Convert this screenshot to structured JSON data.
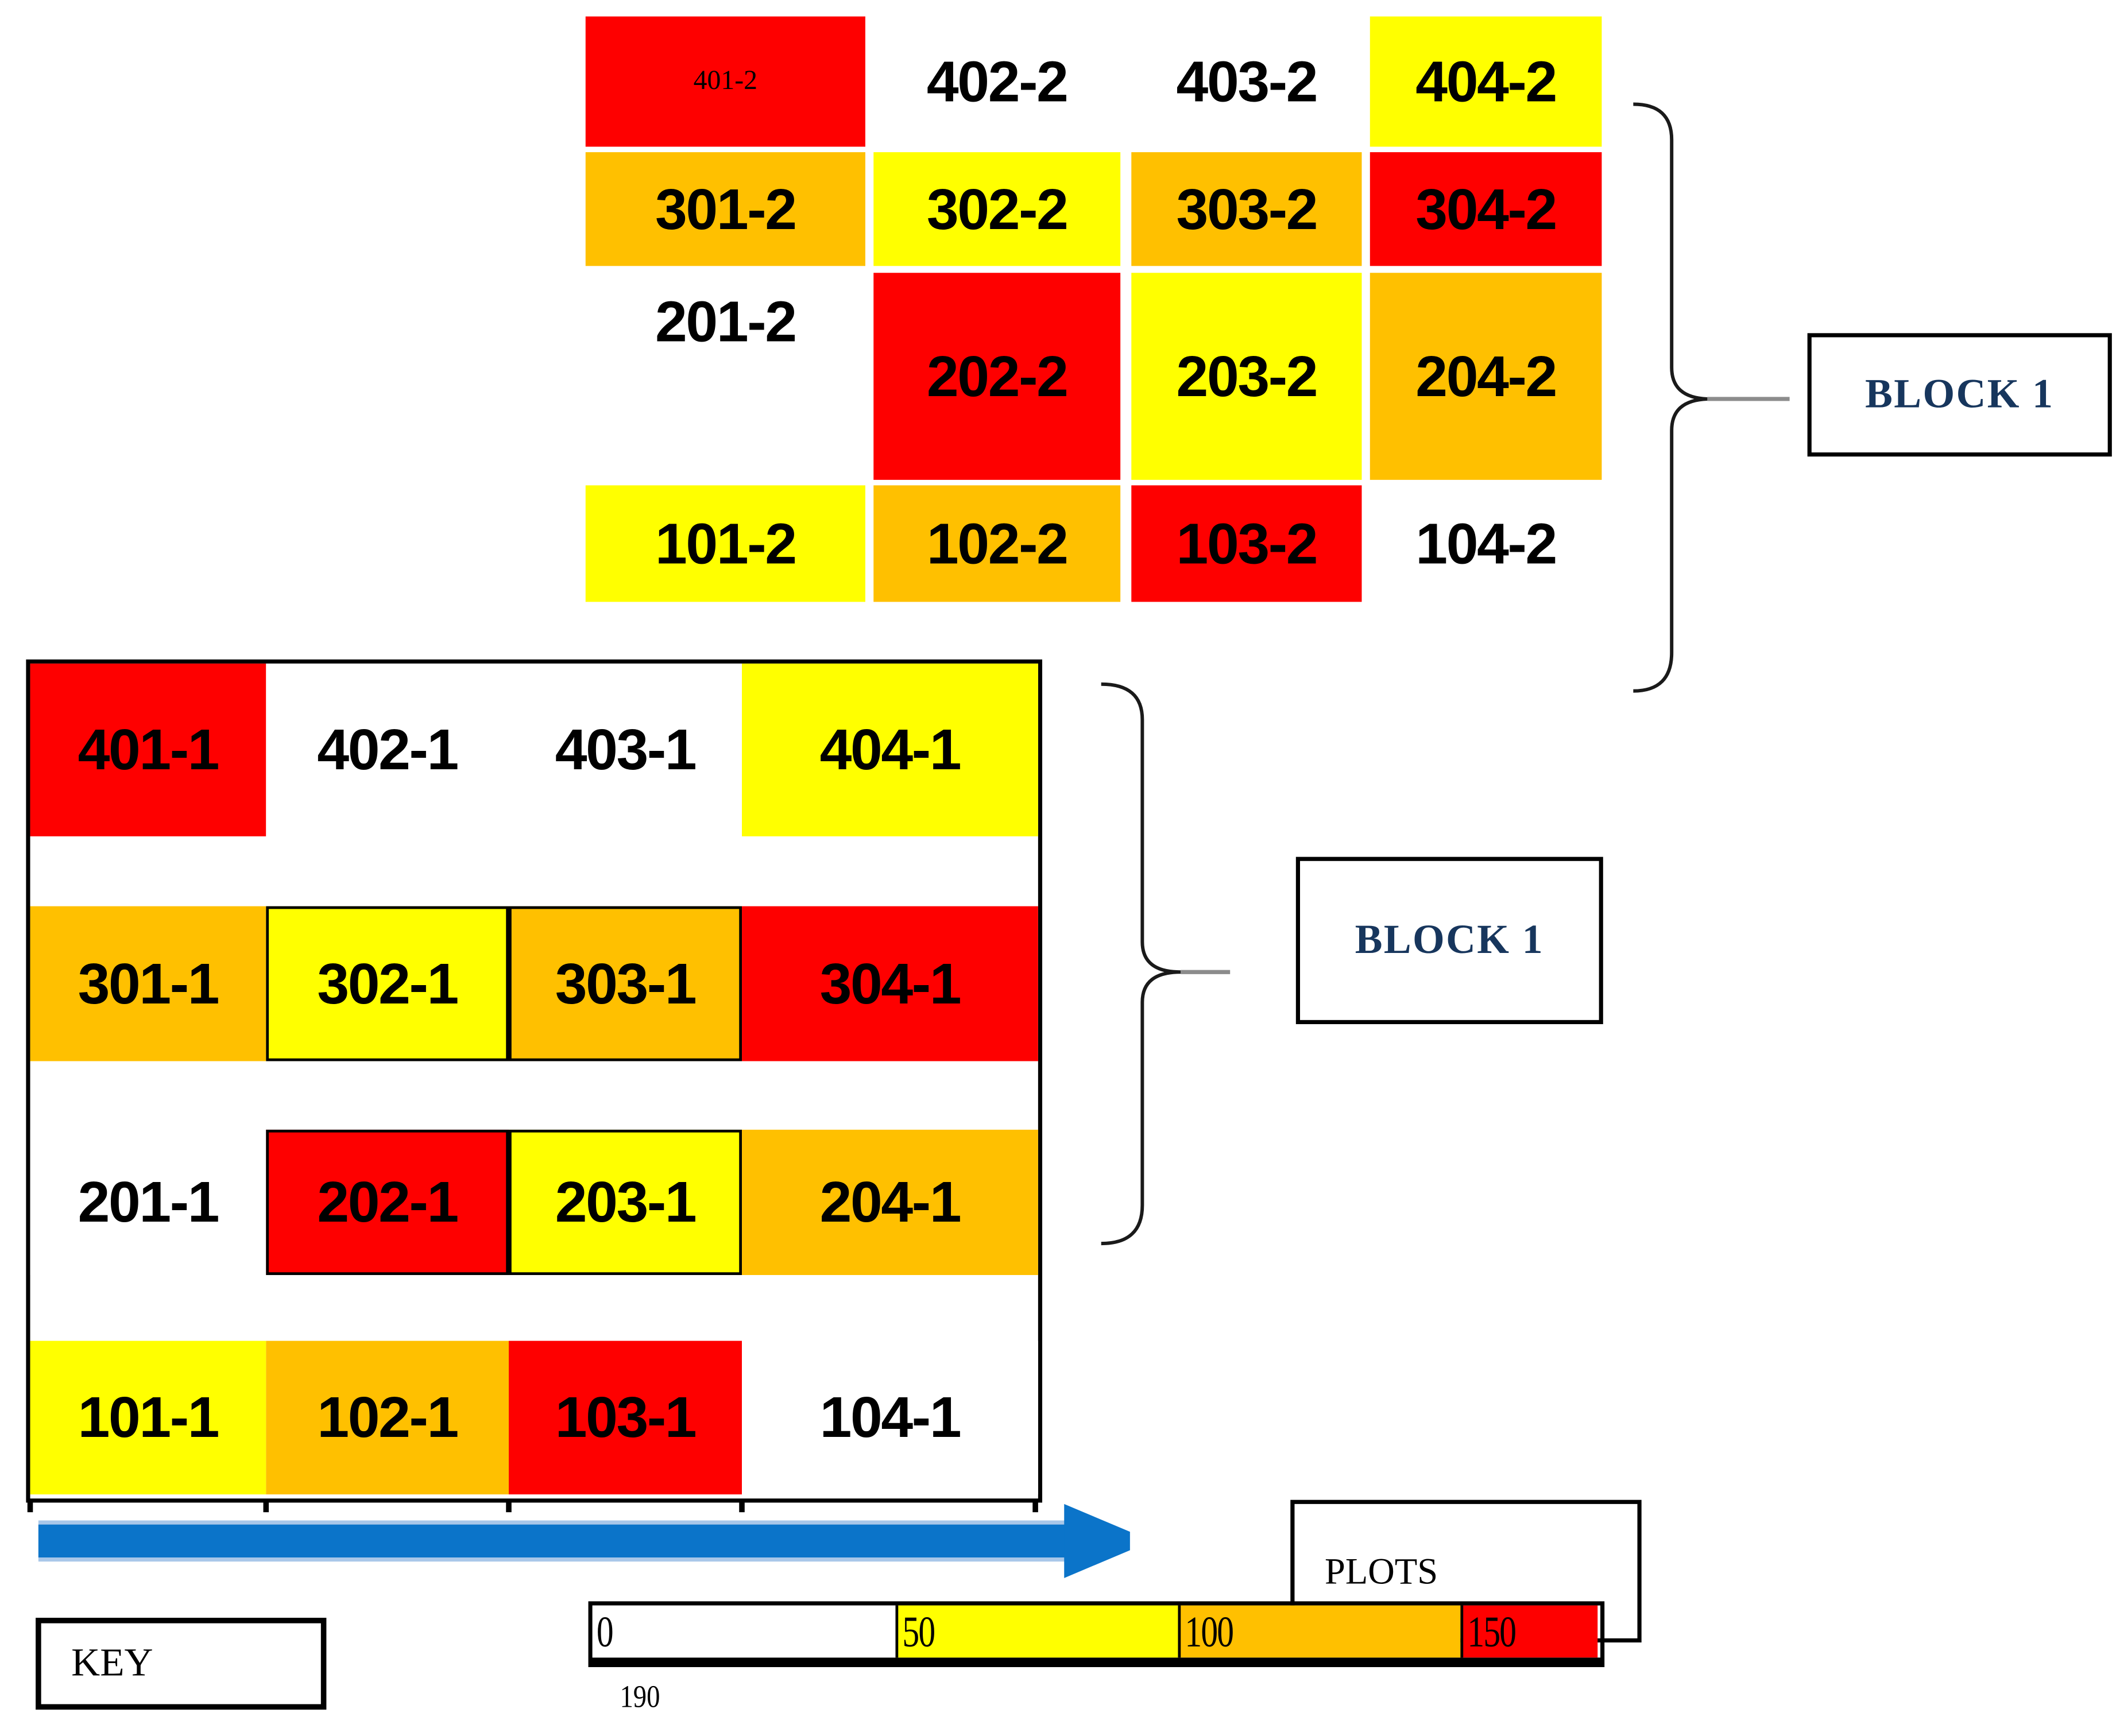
{
  "colors": {
    "red": "#FE0000",
    "orange": "#FFC000",
    "yellow": "#FFFF00",
    "white": "#FFFFFF",
    "arrow_blue": "#0B74C9",
    "arrow_fringe": "#A9C7E9",
    "block_label_navy": "#17365D",
    "brace_gray": "#8C8C8C"
  },
  "labels": {
    "block1_top": "BLOCK 1",
    "block1_bottom": "BLOCK 1",
    "plots": "PLOTS",
    "key": "KEY"
  },
  "blocks": {
    "top": {
      "rows": [
        {
          "cells": [
            {
              "label": "401-2",
              "color": "red"
            },
            {
              "label": "402-2",
              "color": "white"
            },
            {
              "label": "403-2",
              "color": "white"
            },
            {
              "label": "404-2",
              "color": "yellow"
            }
          ]
        },
        {
          "cells": [
            {
              "label": "301-2",
              "color": "orange"
            },
            {
              "label": "302-2",
              "color": "yellow"
            },
            {
              "label": "303-2",
              "color": "orange"
            },
            {
              "label": "304-2",
              "color": "red"
            }
          ]
        },
        {
          "cells": [
            {
              "label": "201-2",
              "color": "white"
            },
            {
              "label": "202-2",
              "color": "red"
            },
            {
              "label": "203-2",
              "color": "yellow"
            },
            {
              "label": "204-2",
              "color": "orange"
            }
          ]
        },
        {
          "cells": [
            {
              "label": "101-2",
              "color": "yellow"
            },
            {
              "label": "102-2",
              "color": "orange"
            },
            {
              "label": "103-2",
              "color": "red"
            },
            {
              "label": "104-2",
              "color": "white"
            }
          ]
        }
      ]
    },
    "bottom": {
      "rows": [
        {
          "cells": [
            {
              "label": "401-1",
              "color": "red"
            },
            {
              "label": "402-1",
              "color": "white"
            },
            {
              "label": "403-1",
              "color": "white"
            },
            {
              "label": "404-1",
              "color": "yellow"
            }
          ]
        },
        {
          "cells": [
            {
              "label": "301-1",
              "color": "orange"
            },
            {
              "label": "302-1",
              "color": "yellow"
            },
            {
              "label": "303-1",
              "color": "orange"
            },
            {
              "label": "304-1",
              "color": "red"
            }
          ]
        },
        {
          "cells": [
            {
              "label": "201-1",
              "color": "white"
            },
            {
              "label": "202-1",
              "color": "red"
            },
            {
              "label": "203-1",
              "color": "yellow"
            },
            {
              "label": "204-1",
              "color": "orange"
            }
          ]
        },
        {
          "cells": [
            {
              "label": "101-1",
              "color": "yellow"
            },
            {
              "label": "102-1",
              "color": "orange"
            },
            {
              "label": "103-1",
              "color": "red"
            },
            {
              "label": "104-1",
              "color": "white"
            }
          ]
        }
      ]
    }
  },
  "scale": {
    "segments": [
      {
        "label": "0",
        "color": "white"
      },
      {
        "label": "50",
        "color": "yellow"
      },
      {
        "label": "100",
        "color": "orange"
      },
      {
        "label": "150",
        "color": "red"
      }
    ],
    "below_label": "190"
  }
}
